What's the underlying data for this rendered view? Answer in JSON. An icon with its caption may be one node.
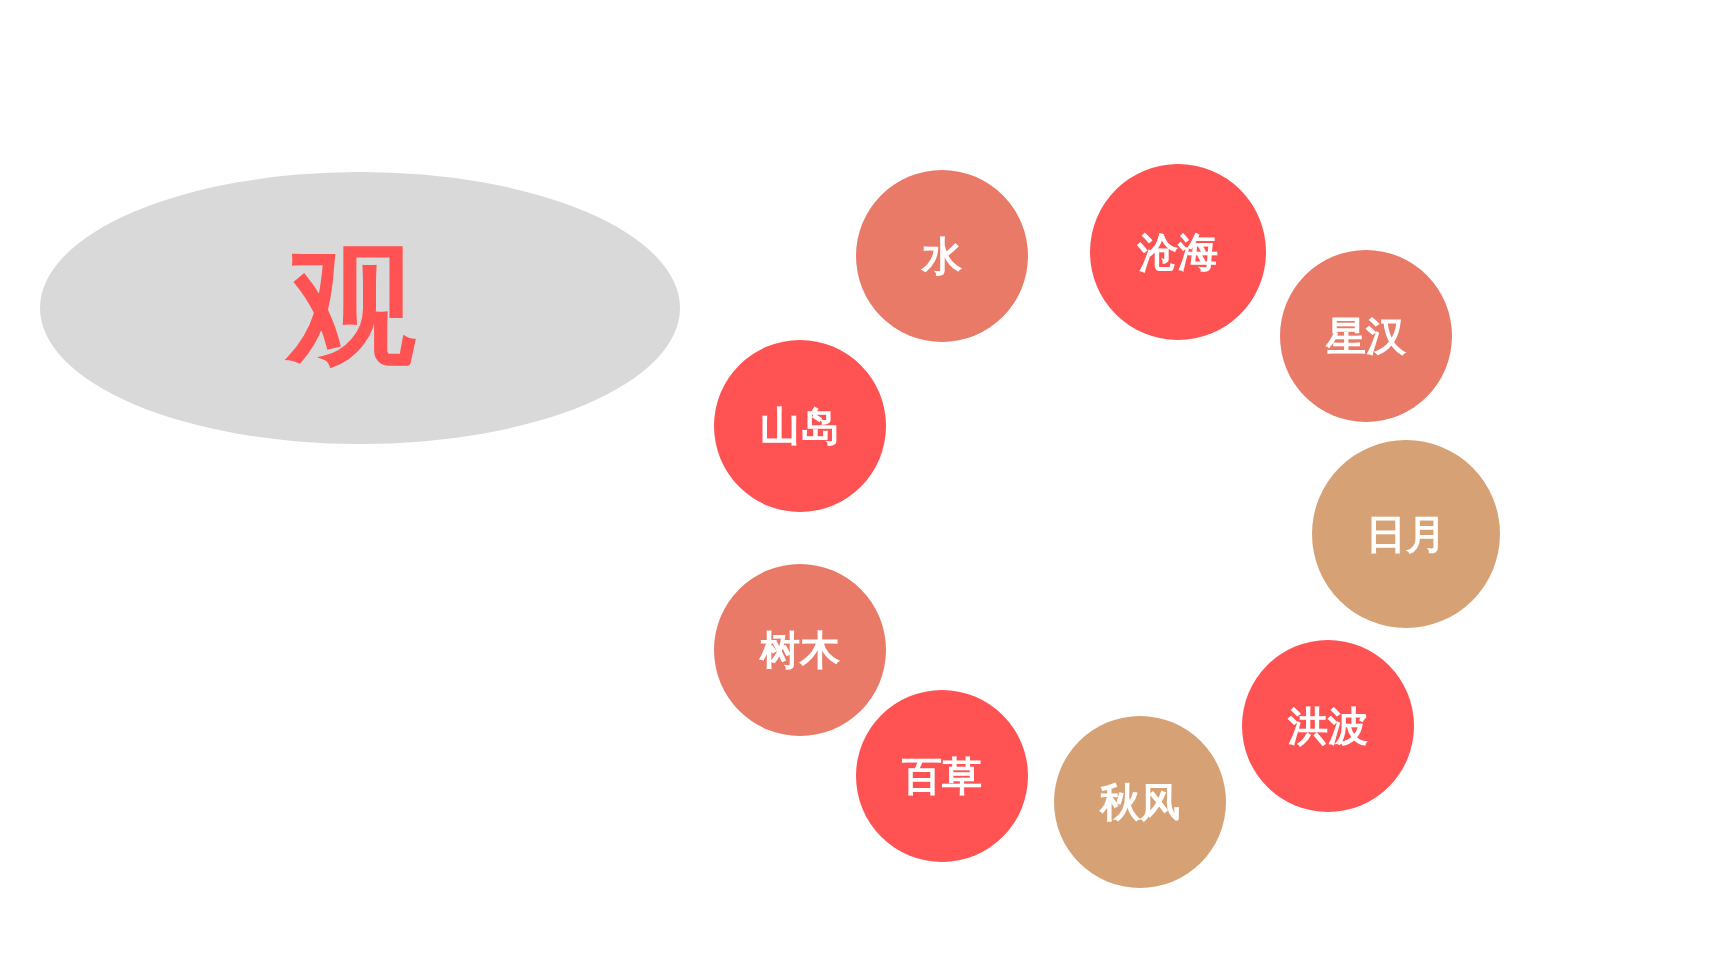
{
  "diagram": {
    "nodes": [
      {
        "text": [
          "观"
        ]
      },
      {
        "text": [
          "水"
        ]
      },
      {
        "text": [
          "沧海"
        ]
      },
      {
        "text": [
          "星汉"
        ]
      },
      {
        "text": [
          "日月"
        ]
      },
      {
        "text": [
          "洪波"
        ]
      },
      {
        "text": [
          "秋风"
        ]
      },
      {
        "text": [
          "百草"
        ]
      },
      {
        "text": [
          "树木"
        ]
      },
      {
        "text": [
          "山岛"
        ]
      }
    ]
  }
}
